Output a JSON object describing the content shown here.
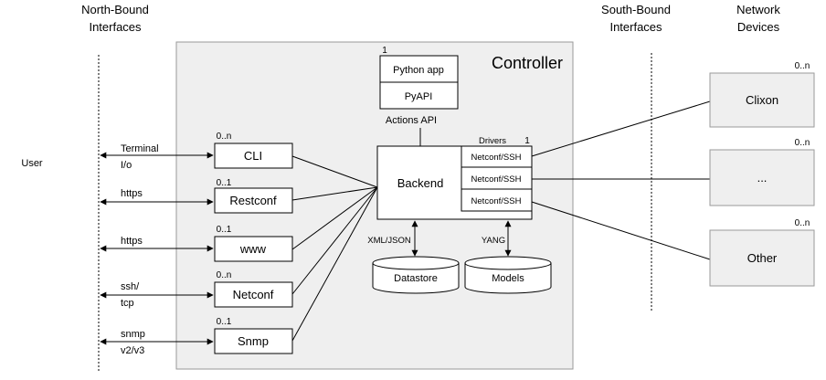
{
  "headers": {
    "north_bound": [
      "North-Bound",
      "Interfaces"
    ],
    "south_bound": [
      "South-Bound",
      "Interfaces"
    ],
    "network_devices": [
      "Network",
      "Devices"
    ]
  },
  "user_label": "User",
  "controller_label": "Controller",
  "python_app": {
    "multiplicity": "1",
    "app": "Python app",
    "api": "PyAPI"
  },
  "actions_api": "Actions API",
  "backend": {
    "label": "Backend",
    "drivers_label": "Drivers",
    "drivers_multiplicity": "1",
    "drivers": [
      "Netconf/SSH",
      "Netconf/SSH",
      "Netconf/SSH"
    ]
  },
  "interfaces": [
    {
      "label": "CLI",
      "multiplicity": "0..n",
      "protocol": [
        "Terminal",
        "I/o"
      ]
    },
    {
      "label": "Restconf",
      "multiplicity": "0..1",
      "protocol": [
        "https"
      ]
    },
    {
      "label": "www",
      "multiplicity": "0..1",
      "protocol": [
        "https"
      ]
    },
    {
      "label": "Netconf",
      "multiplicity": "0..n",
      "protocol": [
        "ssh/",
        "tcp"
      ]
    },
    {
      "label": "Snmp",
      "multiplicity": "0..1",
      "protocol": [
        "snmp",
        "v2/v3"
      ]
    }
  ],
  "stores": {
    "datastore": {
      "label": "Datastore",
      "link_label": "XML/JSON"
    },
    "models": {
      "label": "Models",
      "link_label": "YANG"
    }
  },
  "devices": [
    {
      "label": "Clixon",
      "multiplicity": "0..n"
    },
    {
      "label": "...",
      "multiplicity": "0..n"
    },
    {
      "label": "Other",
      "multiplicity": "0..n"
    }
  ]
}
